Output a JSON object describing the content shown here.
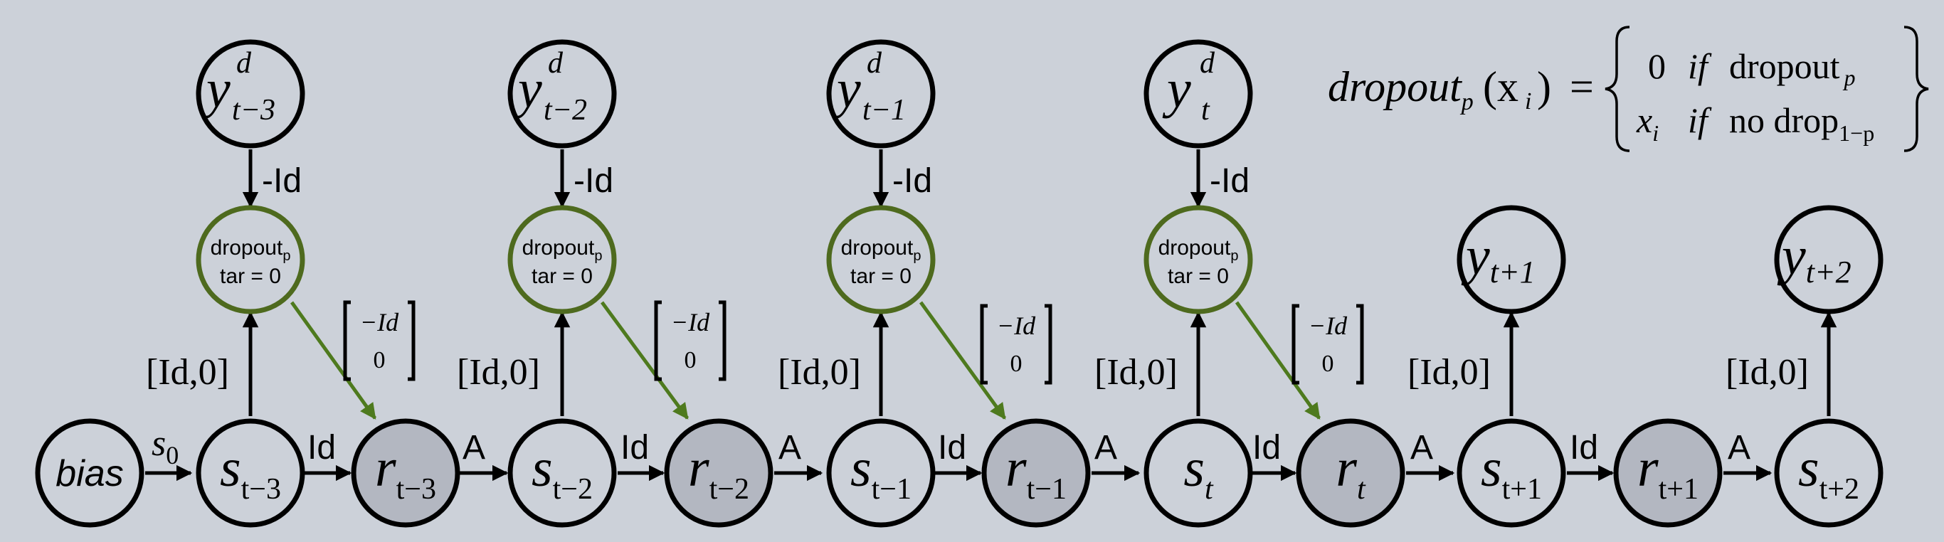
{
  "nodes": {
    "bias": {
      "label": "bias"
    },
    "s": [
      {
        "base": "s",
        "sub": "t−3"
      },
      {
        "base": "s",
        "sub": "t−2"
      },
      {
        "base": "s",
        "sub": "t−1"
      },
      {
        "base": "s",
        "sub": "t"
      },
      {
        "base": "s",
        "sub": "t+1"
      },
      {
        "base": "s",
        "sub": "t+2"
      }
    ],
    "r": [
      {
        "base": "r",
        "sub": "t−3"
      },
      {
        "base": "r",
        "sub": "t−2"
      },
      {
        "base": "r",
        "sub": "t−1"
      },
      {
        "base": "r",
        "sub": "t"
      },
      {
        "base": "r",
        "sub": "t+1"
      }
    ],
    "yd": [
      {
        "base": "y",
        "sup": "d",
        "sub": "t−3"
      },
      {
        "base": "y",
        "sup": "d",
        "sub": "t−2"
      },
      {
        "base": "y",
        "sup": "d",
        "sub": "t−1"
      },
      {
        "base": "y",
        "sup": "d",
        "sub": "t"
      }
    ],
    "y": [
      {
        "base": "y",
        "sub": "t+1"
      },
      {
        "base": "y",
        "sub": "t+2"
      }
    ],
    "dropout": {
      "name": "dropout",
      "sub": "p",
      "tar": "tar = 0"
    }
  },
  "edge_labels": {
    "s0": {
      "base": "s",
      "sub": "0"
    },
    "id": "Id",
    "a": "A",
    "neg_id": "-Id",
    "id0": "[Id,0]",
    "neg_id_vec": {
      "top": "−Id",
      "bottom": "0"
    }
  },
  "formula": {
    "lhs_name": "dropout",
    "lhs_sub": "p",
    "lhs_arg": "(x",
    "lhs_arg_sub": "i",
    "lhs_close": ")",
    "eq": "=",
    "case1_value": "0",
    "case1_if": "if",
    "case1_text": "dropout",
    "case1_sub": "p",
    "case2_value": "x",
    "case2_value_sub": "i",
    "case2_if": "if",
    "case2_text": "no drop",
    "case2_sub": "1−p"
  },
  "colors": {
    "background": "#ccd1d9",
    "r_fill": "#b3b7c1",
    "dropout_stroke": "#4e6a1e",
    "green_arrow": "#4e7a1e"
  }
}
